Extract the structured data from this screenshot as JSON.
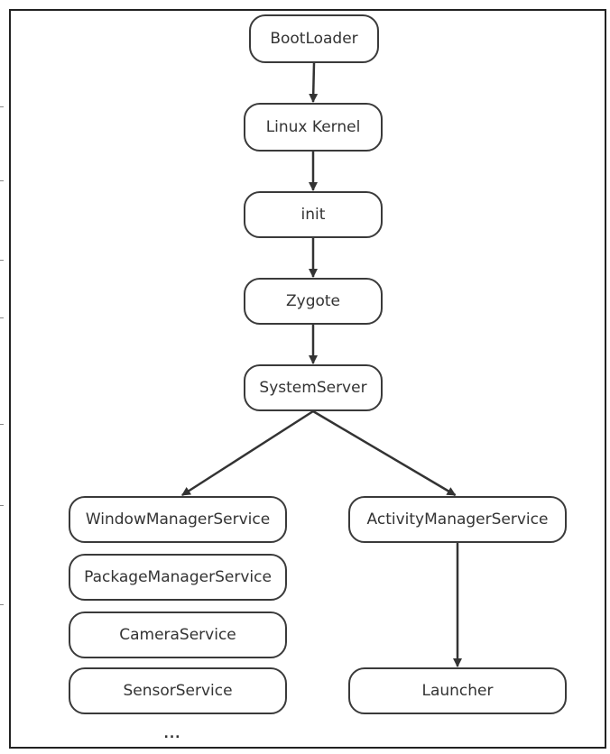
{
  "diagram": {
    "nodes": [
      {
        "id": "bootloader",
        "label": "BootLoader"
      },
      {
        "id": "linux-kernel",
        "label": "Linux Kernel"
      },
      {
        "id": "init",
        "label": "init"
      },
      {
        "id": "zygote",
        "label": "Zygote"
      },
      {
        "id": "systemserver",
        "label": "SystemServer"
      },
      {
        "id": "windowmanagerservice",
        "label": "WindowManagerService"
      },
      {
        "id": "packagemanagerservice",
        "label": "PackageManagerService"
      },
      {
        "id": "cameraservice",
        "label": "CameraService"
      },
      {
        "id": "sensorservice",
        "label": "SensorService"
      },
      {
        "id": "activitymanagerservice",
        "label": "ActivityManagerService"
      },
      {
        "id": "launcher",
        "label": "Launcher"
      }
    ],
    "edges": [
      {
        "from": "bootloader",
        "to": "linux-kernel"
      },
      {
        "from": "linux-kernel",
        "to": "init"
      },
      {
        "from": "init",
        "to": "zygote"
      },
      {
        "from": "zygote",
        "to": "systemserver"
      },
      {
        "from": "systemserver",
        "to": "windowmanagerservice"
      },
      {
        "from": "systemserver",
        "to": "activitymanagerservice"
      },
      {
        "from": "activitymanagerservice",
        "to": "launcher"
      }
    ],
    "ellipsis": "..."
  }
}
